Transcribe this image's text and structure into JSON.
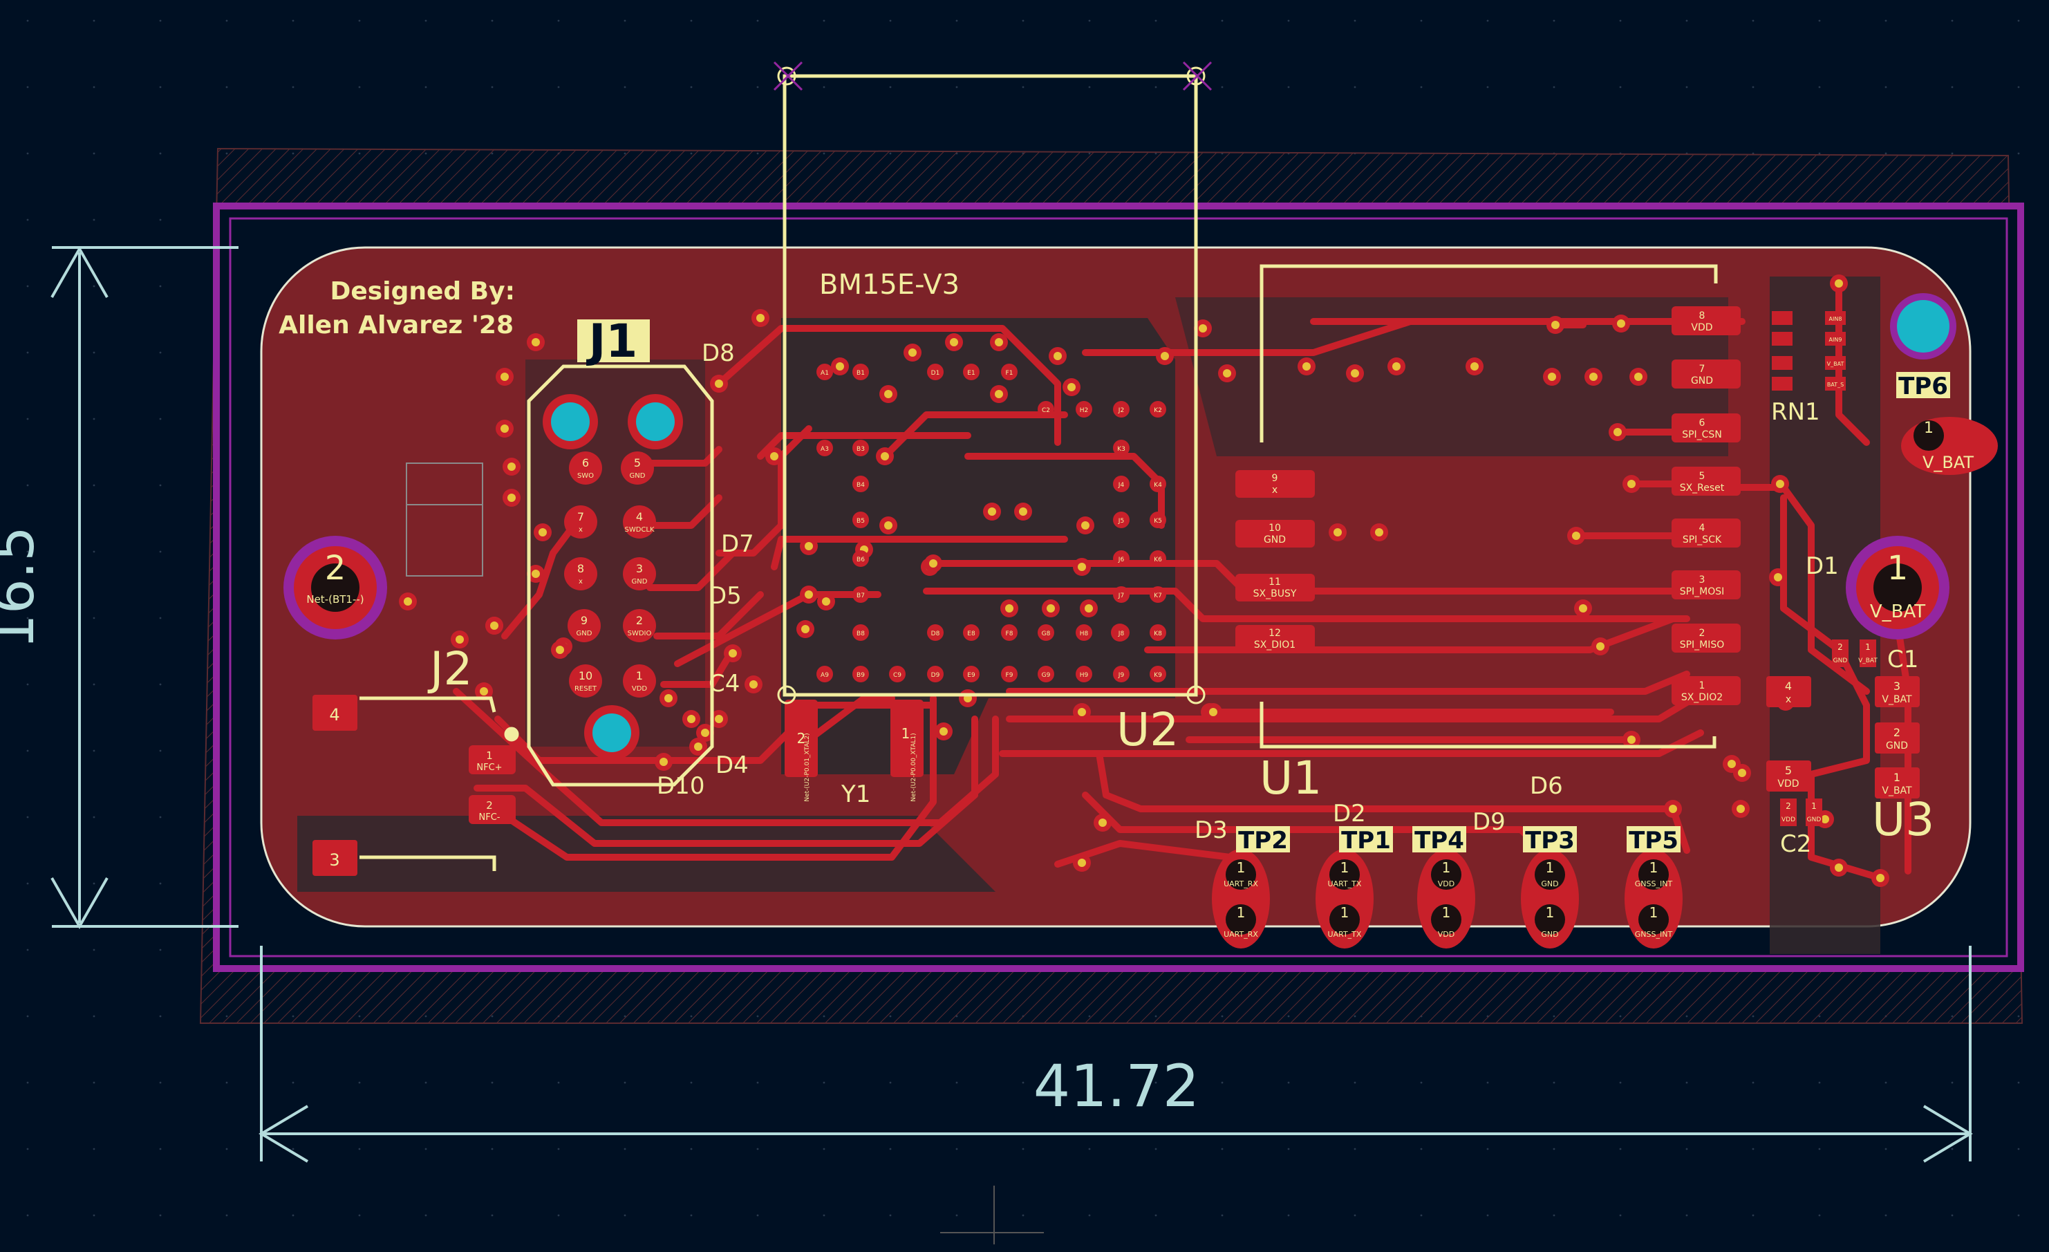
{
  "colors": {
    "background": "#001023",
    "board_fill": "#7c2228",
    "copper": "#c8202a",
    "copper_dark": "#33282c",
    "silkscreen": "#f2eda0",
    "edge_cuts": "#e6e6d2",
    "courtyard": "#9326a0",
    "drill": "#19b5c8",
    "dimension": "#b4dcdc",
    "via": "#e8c23a"
  },
  "silk": {
    "designer_line1": "Designed By:",
    "designer_line2": "Allen Alvarez '28",
    "project": "BM15E-V3"
  },
  "dimensions": {
    "width_label": "41.72",
    "height_label": "16.5"
  },
  "refs": {
    "J1": "J1",
    "J2": "J2",
    "U1": "U1",
    "U2": "U2",
    "U3": "U3",
    "Y1": "Y1",
    "RN1": "RN1",
    "D1": "D1",
    "D2": "D2",
    "D3": "D3",
    "D4": "D4",
    "D5": "D5",
    "D6": "D6",
    "D7": "D7",
    "D8": "D8",
    "D9": "D9",
    "D10": "D10",
    "C1": "C1",
    "C2": "C2",
    "C4": "C4"
  },
  "test_points": {
    "tp1": "TP1",
    "tp2": "TP2",
    "tp3": "TP3",
    "tp4": "TP4",
    "tp5": "TP5",
    "tp6": "TP6"
  },
  "battery": {
    "pad2_number": "2",
    "pad2_net": "Net-(BT1--)",
    "pad1_number": "1",
    "pad1_net": "V_BAT"
  },
  "j1_pins": [
    {
      "num": "6",
      "net": "SWO"
    },
    {
      "num": "5",
      "net": "GND"
    },
    {
      "num": "7",
      "net": "x"
    },
    {
      "num": "4",
      "net": "SWDCLK"
    },
    {
      "num": "8",
      "net": "x"
    },
    {
      "num": "3",
      "net": "GND"
    },
    {
      "num": "9",
      "net": "GND"
    },
    {
      "num": "2",
      "net": "SWDIO"
    },
    {
      "num": "10",
      "net": "RESET"
    },
    {
      "num": "1",
      "net": "VDD"
    }
  ],
  "j2_pads": [
    {
      "num": "4",
      "net": ""
    },
    {
      "num": "1",
      "net": "NFC+"
    },
    {
      "num": "2",
      "net": "NFC-"
    },
    {
      "num": "3",
      "net": ""
    }
  ],
  "u1_left_pads": [
    {
      "num": "9",
      "net": "x"
    },
    {
      "num": "10",
      "net": "GND"
    },
    {
      "num": "11",
      "net": "SX_BUSY"
    },
    {
      "num": "12",
      "net": "SX_DIO1"
    }
  ],
  "u1_right_pads": [
    {
      "num": "8",
      "net": "VDD"
    },
    {
      "num": "7",
      "net": "GND"
    },
    {
      "num": "6",
      "net": "SPI_CSN"
    },
    {
      "num": "5",
      "net": "SX_Reset"
    },
    {
      "num": "4",
      "net": "SPI_SCK"
    },
    {
      "num": "3",
      "net": "SPI_MOSI"
    },
    {
      "num": "2",
      "net": "SPI_MISO"
    },
    {
      "num": "1",
      "net": "SX_DIO2"
    }
  ],
  "y1_pads": [
    {
      "num": "2",
      "net": "Net-(U2-P0.01_XTAL2)"
    },
    {
      "num": "1",
      "net": "Net-(U2-P0.00_XTAL1)"
    }
  ],
  "u3_pads": [
    {
      "num": "4",
      "net": "x"
    },
    {
      "num": "3",
      "net": "V_BAT"
    },
    {
      "num": "2",
      "net": "GND"
    },
    {
      "num": "1",
      "net": "V_BAT"
    },
    {
      "num": "5",
      "net": "VDD"
    }
  ],
  "tp_pads": [
    {
      "label": "UART_RX",
      "num": "1"
    },
    {
      "label": "UART_TX",
      "num": "1"
    },
    {
      "label": "VDD",
      "num": "1"
    },
    {
      "label": "GND",
      "num": "1"
    },
    {
      "label": "GNSS_INT",
      "num": "1"
    }
  ],
  "tp6_net": "V_BAT",
  "c1_pads": [
    {
      "num": "2",
      "net": "GND"
    },
    {
      "num": "1",
      "net": "V_BAT"
    }
  ],
  "c2_pads": [
    {
      "num": "2",
      "net": "VDD"
    },
    {
      "num": "1",
      "net": "GND"
    }
  ],
  "rn1_pads": [
    "AIN8",
    "AIN9",
    "V_BAT",
    "BAT_S"
  ],
  "u2_pads": [
    "A1",
    "B1",
    "D1",
    "E1",
    "F1",
    "C2",
    "H2",
    "J2",
    "K2",
    "A3",
    "B3",
    "K3",
    "B4",
    "J4",
    "K4",
    "B5",
    "J5",
    "K5",
    "B6",
    "J6",
    "K6",
    "B7",
    "J7",
    "K7",
    "B8",
    "D8",
    "E8",
    "F8",
    "G8",
    "H8",
    "J8",
    "K8",
    "A9",
    "B9",
    "C9",
    "D9",
    "E9",
    "F9",
    "G9",
    "H9",
    "J9",
    "K9"
  ]
}
